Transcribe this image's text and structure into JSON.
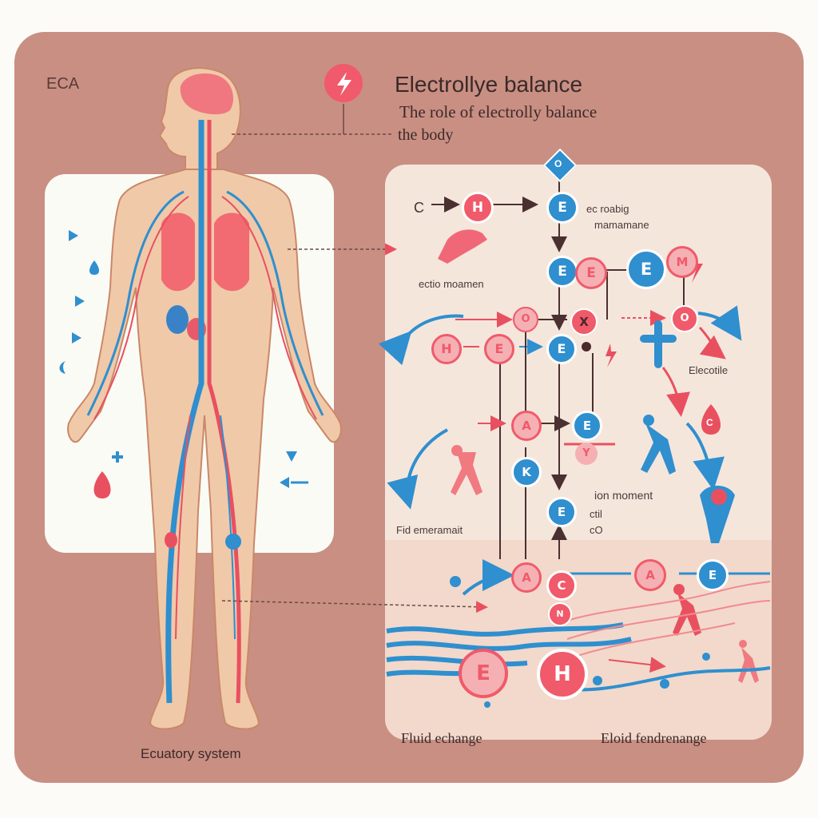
{
  "colors": {
    "frame": "#c98f82",
    "panel_left": "#fbfbf6",
    "panel_right": "#f5e6dc",
    "skin": "#f0c9a9",
    "red": "#f05a6a",
    "blue": "#2f8fcf",
    "text": "#4a3a3a"
  },
  "header": {
    "corner_label": "ECA",
    "title": "Electrollye balance",
    "subtitle_line1": "The role of electrolly balance",
    "subtitle_line2": "the body",
    "bolt_icon": "lightning-icon"
  },
  "body_panel": {
    "caption": "Ecuatory system"
  },
  "flow_panel": {
    "corner_mark": "C",
    "labels": {
      "top_right_line1": "ec roabig",
      "top_right_line2": "mamamane",
      "left_figure": "ectio moamen",
      "electrolyte": "Elecotile",
      "fluid_movement": "Fid emeramait",
      "ion_movement_line1": "ion moment",
      "ion_movement_line2": "ctil",
      "ion_movement_line3": "cO"
    },
    "nodes": {
      "top_diamond": "O",
      "h1": "H",
      "e1": "E",
      "e2": "E",
      "e3": "E",
      "e4": "E",
      "m1": "M",
      "h2": "H",
      "e5": "E",
      "e6": "E",
      "x1": "X",
      "o1": "O",
      "o2": "O",
      "a1": "A",
      "e7": "E",
      "k1": "K",
      "y1": "Y",
      "e8": "E",
      "a2": "A",
      "c1": "C",
      "n1": "N",
      "a3": "A",
      "e9": "E",
      "e_big": "E",
      "h_big": "H",
      "c_drop": "C"
    }
  },
  "bottom_captions": {
    "left": "Fluid echange",
    "right": "Eloid fendrenange"
  }
}
